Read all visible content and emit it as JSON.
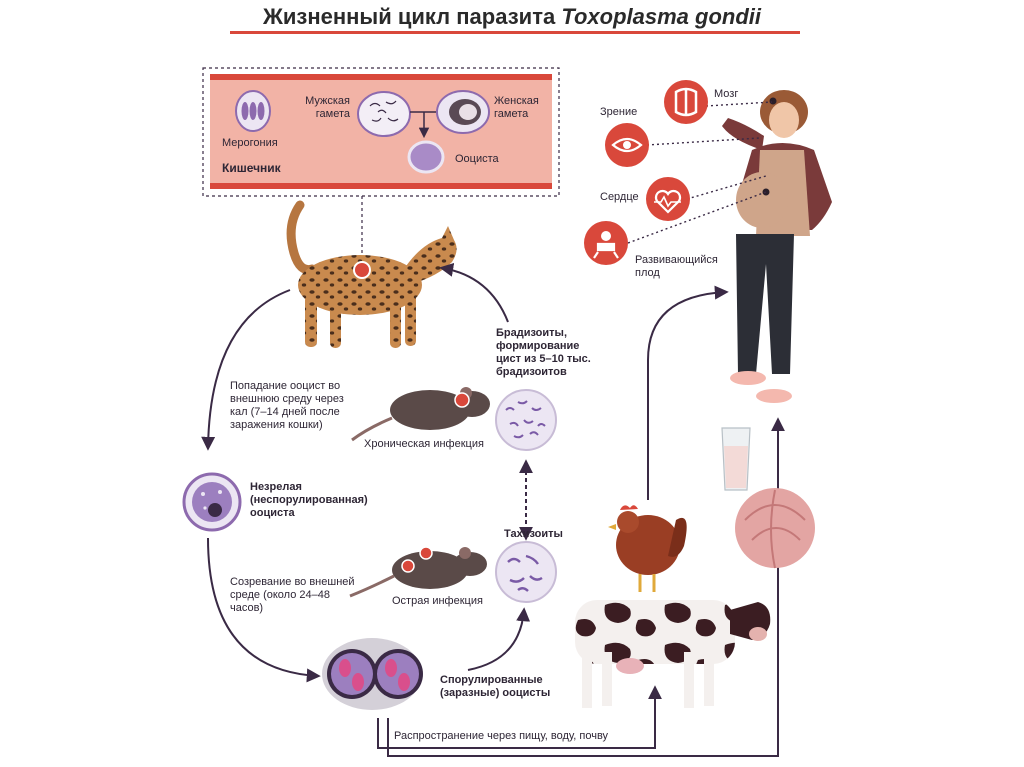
{
  "title": {
    "prefix": "Жизненный цикл паразита",
    "species": "Toxoplasma gondii"
  },
  "intestine": {
    "merogony": "Мерогония",
    "male_gamete": "Мужская гамета",
    "female_gamete": "Женская гамета",
    "oocyst": "Ооциста",
    "label": "Кишечник"
  },
  "stages": {
    "oocyst_shedding": "Попадание ооцист во внешнюю среду через кал (7–14 дней после заражения кошки)",
    "immature_oocyst": "Незрелая (неспорулированная) ооциста",
    "maturation": "Созревание во внешней среде (около 24–48 часов)",
    "sporulated_oocysts": "Спорулированные (заразные) ооцисты",
    "bradyzoites": "Брадизоиты, формирование цист из 5–10 тыс. брадизоитов",
    "chronic_infection": "Хроническая инфекция",
    "tachyzoites": "Тахизоиты",
    "acute_infection": "Острая инфекция",
    "spread": "Распространение через пищу, воду, почву"
  },
  "organs": {
    "brain": "Мозг",
    "vision": "Зрение",
    "heart": "Сердце",
    "fetus": "Развивающийся плод"
  },
  "colors": {
    "accent": "#d9483b",
    "arrow": "#3a2a45",
    "intestine_fill": "#f2b3a6",
    "intestine_band": "#d9483b",
    "cell_purple": "#8d6aae",
    "cell_light": "#ece6f3"
  }
}
